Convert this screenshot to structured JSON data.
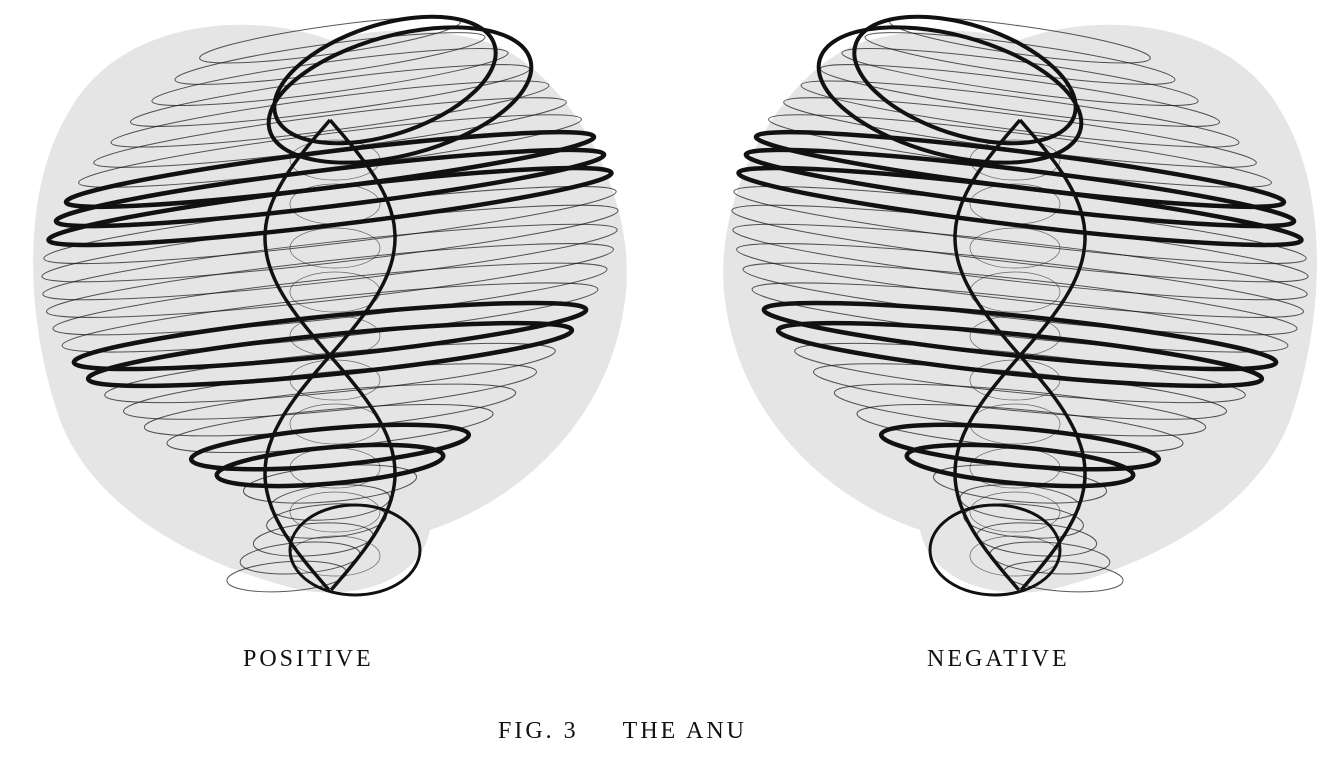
{
  "figure": {
    "left_label": "POSITIVE",
    "right_label": "NEGATIVE",
    "figure_number": "FIG. 3",
    "title": "THE ANU"
  },
  "colors": {
    "ink": "#111111",
    "shade": "#dcdcdc",
    "background": "#ffffff"
  }
}
